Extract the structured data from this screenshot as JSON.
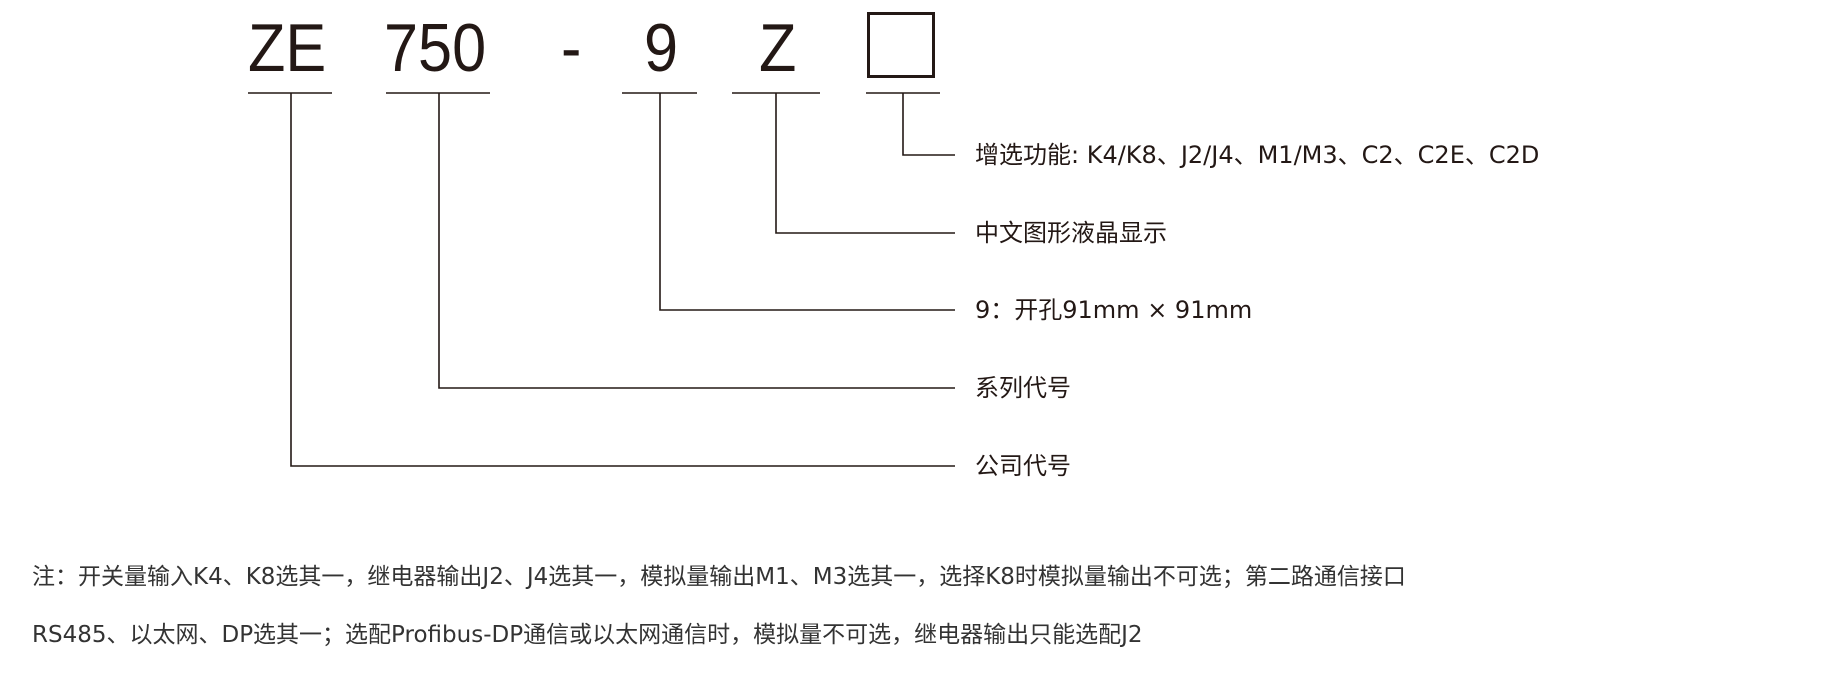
{
  "code": {
    "company": "ZE",
    "series": "750",
    "dash": "-",
    "cutout": "9",
    "display": "Z"
  },
  "labels": {
    "options": "增选功能: K4/K8、J2/J4、M1/M3、C2、C2E、C2D",
    "display": "中文图形液晶显示",
    "cutout": "9：开孔91mm × 91mm",
    "series": "系列代号",
    "company": "公司代号"
  },
  "notes": {
    "line1": "注：开关量输入K4、K8选其一，继电器输出J2、J4选其一，模拟量输出M1、M3选其一，选择K8时模拟量输出不可选；第二路通信接口",
    "line2": "RS485、以太网、DP选其一；选配Profibus-DP通信或以太网通信时，模拟量不可选，继电器输出只能选配J2"
  }
}
